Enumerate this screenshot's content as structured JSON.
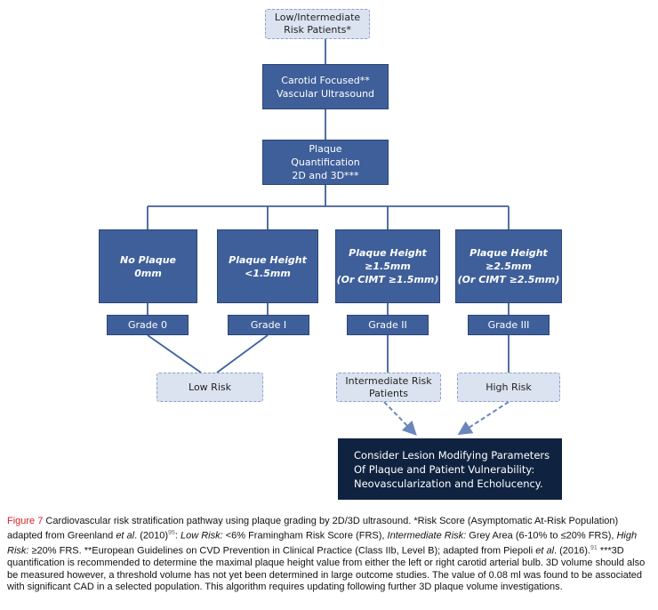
{
  "boxes": {
    "top": "Low/Intermediate\nRisk Patients*",
    "ultrasound": "Carotid Focused**\nVascular Ultrasound",
    "quant": "Plaque\nQuantification\n2D and 3D***",
    "no_plaque": "No Plaque\n0mm",
    "ph1": "Plaque Height\n<1.5mm",
    "ph2": "Plaque Height\n≥1.5mm\n(Or CIMT ≥1.5mm)",
    "ph3": "Plaque Height\n≥2.5mm\n(Or CIMT ≥2.5mm)",
    "grade0": "Grade 0",
    "grade1": "Grade I",
    "grade2": "Grade II",
    "grade3": "Grade III",
    "low": "Low Risk",
    "inter": "Intermediate Risk\nPatients",
    "high": "High Risk",
    "consider": "Consider Lesion Modifying Parameters\nOf Plaque and Patient Vulnerability:\nNeovascularization and Echolucency."
  },
  "caption": {
    "label": "Figure 7",
    "t1": " Cardiovascular risk stratification pathway using plaque grading by 2D/3D ultrasound. *Risk Score (Asymptomatic At-Risk Population) adapted from Greenland ",
    "et_al1": "et al",
    "t2": ". (2010)",
    "ref1": "95",
    "t3": ": ",
    "low_risk": "Low Risk:",
    "t4": " <6% Framingham Risk Score (FRS), ",
    "inter_risk": "Intermediate Risk:",
    "t5": " Grey Area (6-10% to ≤20% FRS), ",
    "high_risk": "High Risk:",
    "t6": " ≥20% FRS. **European Guidelines on CVD Prevention in Clinical Practice (Class IIb, Level B); adapted from Piepoli ",
    "et_al2": "et al",
    "t7": ". (2016).",
    "ref2": "91",
    "t8": " ***3D quantification is recommended to determine the maximal plaque height value from either the left or right carotid arterial bulb. 3D volume should also be measured however, a threshold volume has not yet been determined in large outcome studies. The value of 0.08 ml was found to be associated with significant CAD in a selected population. This algorithm requires updating following further 3D plaque volume investigations."
  }
}
